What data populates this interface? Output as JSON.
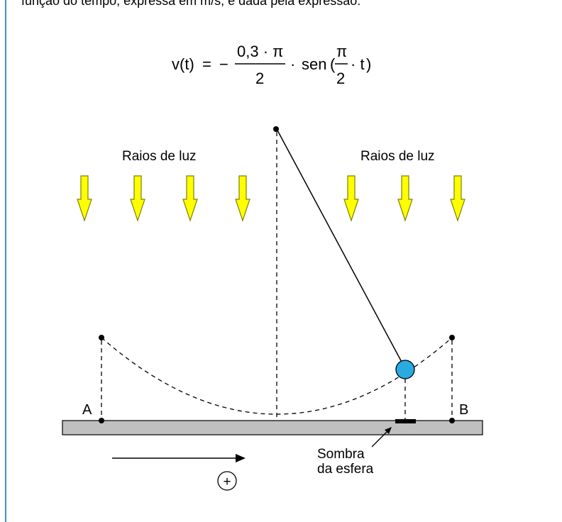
{
  "top_text": "função do tempo, expressa em m/s, é dada pela expressão:",
  "formula": {
    "lhs": "v(t)",
    "equals": "=",
    "minus": "−",
    "numerator": "0,3 · π",
    "denominator": "2",
    "dot": "·",
    "func": "sen",
    "open_paren": "(",
    "inner_numerator": "π",
    "inner_denominator": "2",
    "inner_tail": "· t",
    "close_paren": ")"
  },
  "labels": {
    "rays_left": "Raios de luz",
    "rays_right": "Raios de luz",
    "point_a": "A",
    "point_b": "B",
    "shadow_line1": "Sombra",
    "shadow_line2": "da esfera",
    "positive_sign": "+"
  },
  "colors": {
    "arrow_fill": "#ffff00",
    "arrow_stroke": "#808000",
    "sphere_fill": "#29abe2",
    "floor_fill": "#c0c0c0",
    "border": "#3f8fd0"
  }
}
